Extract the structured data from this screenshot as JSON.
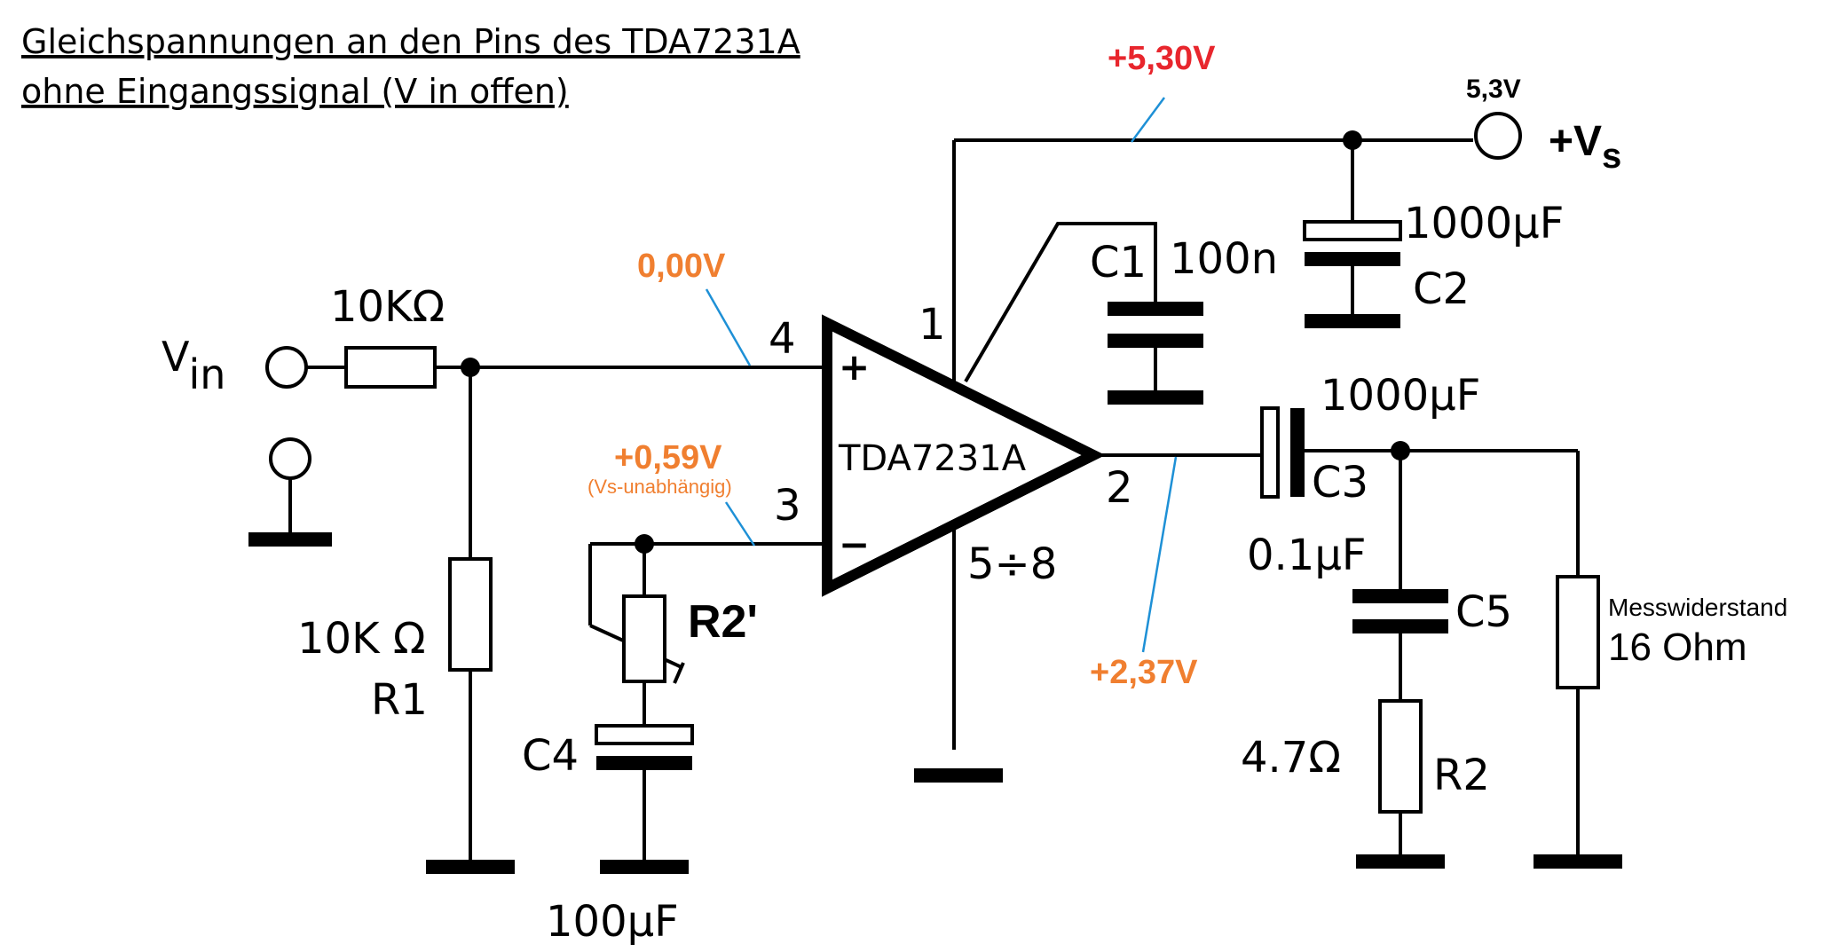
{
  "title": {
    "line1": "Gleichspannungen an den Pins des TDA7231A",
    "line2": "ohne Eingangssignal (V in offen)"
  },
  "colors": {
    "red": "#e8262d",
    "orange": "#f07f30",
    "leader_blue": "#1e90d6",
    "wire": "#000000"
  },
  "measurements": {
    "supply": "+5,30V",
    "pin4": "0,00V",
    "pin3": "+0,59V",
    "pin3_note": "(Vs-unabhängig)",
    "pin2": "+2,37V"
  },
  "supply": {
    "value": "5,3V",
    "label_main": "+V",
    "label_sub": "s"
  },
  "input": {
    "label_main": "V",
    "label_sub": "in"
  },
  "ic": {
    "name": "TDA7231A",
    "plus": "+",
    "minus": "−",
    "pin1": "1",
    "pin2": "2",
    "pin3": "3",
    "pin4": "4",
    "pin_gnd": "5÷8"
  },
  "components": {
    "r_in_value": "10KΩ",
    "r1_value": "10K Ω",
    "r1_name": "R1",
    "r2p_name": "R2'",
    "c4_name": "C4",
    "c4_value": "100μF",
    "c1_name": "C1",
    "c1_value": "100n",
    "c2_value": "1000μF",
    "c2_name": "C2",
    "c3_value": "1000μF",
    "c3_name": "C3",
    "c5_value": "0.1μF",
    "c5_name": "C5",
    "r2_value": "4.7Ω",
    "r2_name": "R2",
    "load_name": "Messwiderstand",
    "load_value": "16 Ohm"
  }
}
